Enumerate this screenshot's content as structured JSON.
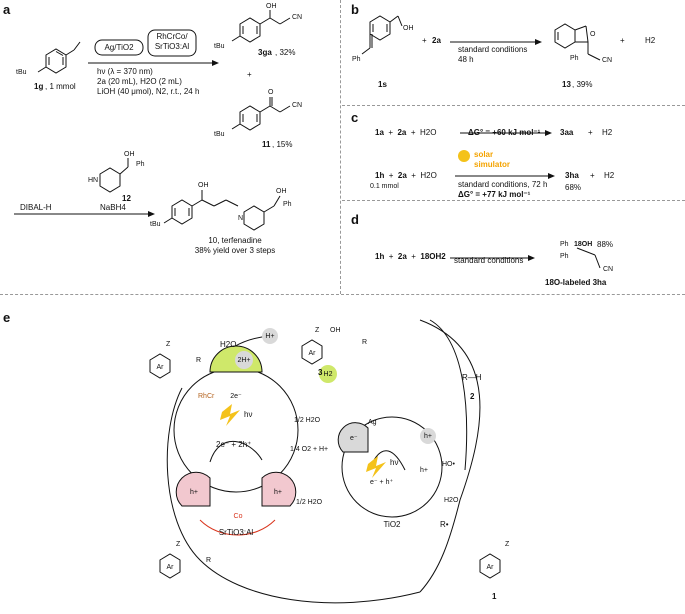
{
  "panels": {
    "a": {
      "letter": "a",
      "sm_name": "1g",
      "sm_amount": ", 1 mmol",
      "sm_tbu": "tBu",
      "cat1": "Ag/TiO2",
      "cat2_line1": "RhCrCo/",
      "cat2_line2": "SrTiO3:Al",
      "cond1": "hν (λ = 370 nm)",
      "cond2": "2a (20 mL), H2O (2 mL)",
      "cond3": "LiOH (40 μmol), N2, r.t., 24 h",
      "p1_name": "3ga",
      "p1_yield": ", 32%",
      "plus": "+",
      "p2_name": "11",
      "p2_yield": ", 15%",
      "oh": "OH",
      "o": "O",
      "cn": "CN",
      "reagent12": "12",
      "ph": "Ph",
      "hn": "HN",
      "dibal": "DIBAL-H",
      "nabh4": "NaBH4",
      "p10_line1": "10, terfenadine",
      "p10_line2": "38% yield over 3 steps",
      "n": "N"
    },
    "b": {
      "letter": "b",
      "sm": "1s",
      "reagent": "2a",
      "cond1": "standard conditions",
      "cond2": "48 h",
      "product": "13",
      "yield": ", 39%",
      "h2": "H2",
      "oh": "OH",
      "ph": "Ph",
      "o": "O",
      "cn": "CN"
    },
    "c": {
      "letter": "c",
      "r1": [
        "1a",
        "+",
        "2a",
        "+",
        "H2O"
      ],
      "dg1": "ΔG° = +60 kJ mol⁻¹",
      "p1": "3aa",
      "h2": "H2",
      "sim1": "solar",
      "sim2": "simulator",
      "r2": [
        "1h",
        "+",
        "2a",
        "+",
        "H2O"
      ],
      "amount": "0.1 mmol",
      "cond2": "standard conditions, 72 h",
      "dg2": "ΔG° = +77 kJ mol⁻¹",
      "p2": "3ha",
      "p2_yield": "68%"
    },
    "d": {
      "letter": "d",
      "r": [
        "1h",
        "+",
        "2a",
        "+",
        "18OH2"
      ],
      "cond": "standard conditions",
      "label18": "18OH",
      "pct": "88%",
      "ph": "Ph",
      "cn": "CN",
      "product": "18O-labeled 3ha"
    },
    "e": {
      "letter": "e",
      "h_plus": "H+",
      "h2o": "H2O",
      "product": "3",
      "z": "Z",
      "oh": "OH",
      "r": "R",
      "ar": "Ar",
      "two_h": "2H+",
      "h2": "H2",
      "rh": "RhCr",
      "two_e_minus": "2e⁻",
      "hv": "hν",
      "pairs": "2e⁻ + 2h⁺",
      "half_h2o_1": "1/2 H2O",
      "quarter": "1/4 O2 + H+",
      "half_h2o_2": "1/2 H2O",
      "hole": "h+",
      "co": "Co",
      "sto": "SrTiO3:Al",
      "ag": "Ag",
      "e_minus": "e⁻",
      "eh_pair": "e⁻ + h⁺",
      "h_plus2": "h+",
      "tio2": "TiO2",
      "rh_label": "R—H",
      "two": "2",
      "ho": "HO•",
      "h2o_b": "H2O",
      "r_dot": "R•",
      "one": "1"
    }
  },
  "colors": {
    "green": "#cfe86a",
    "pink": "#f2c8cf",
    "gray": "#d9d9d9",
    "yellow": "#f4c21a",
    "red": "#d9341c",
    "rh": "#b4621e"
  }
}
